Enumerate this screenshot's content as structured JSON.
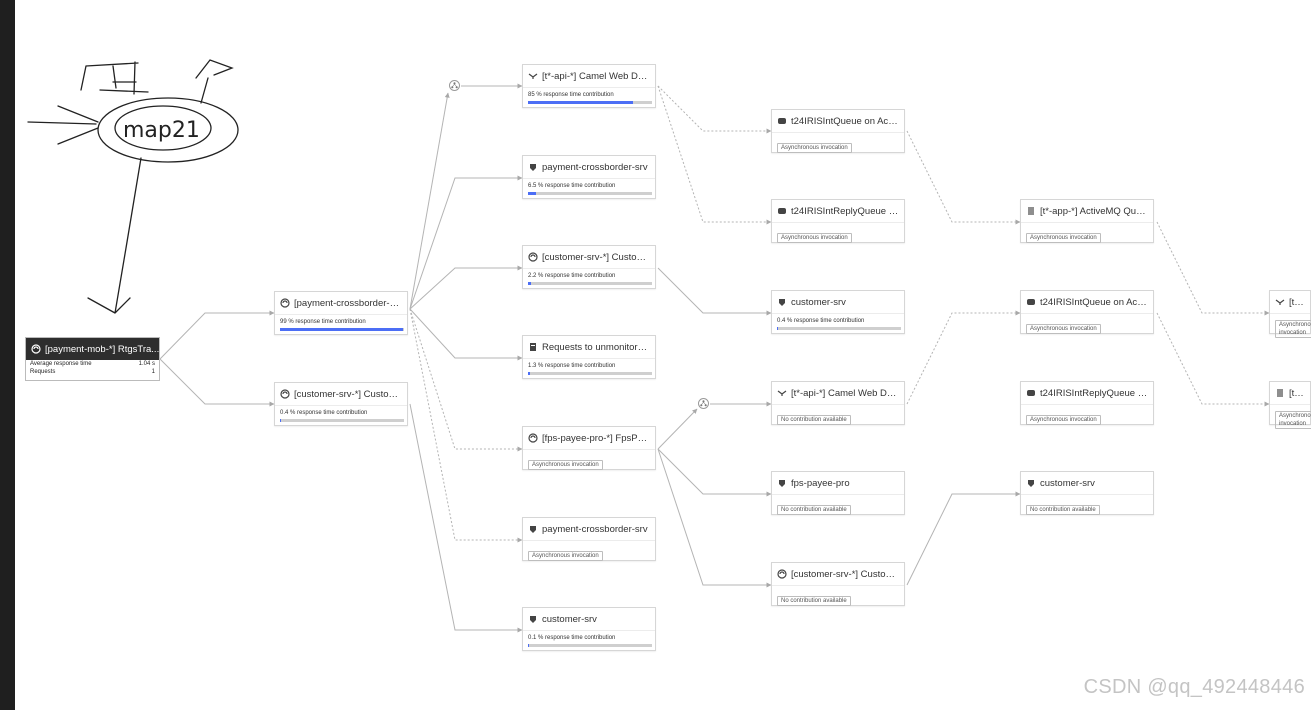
{
  "root": {
    "title": "[payment-mob-*] RtgsTra...",
    "metrics": [
      {
        "label": "Average response time",
        "value": "1.04 s"
      },
      {
        "label": "Requests",
        "value": "1"
      }
    ]
  },
  "nodes": {
    "pcb_srv": {
      "title": "[payment-crossborder-srv...",
      "sub": "99 % response time contribution",
      "fill_pct": 99
    },
    "cust_srv_l1": {
      "title": "[customer-srv-*] Custome...",
      "sub": "0.4 % response time contribution",
      "fill_pct": 0.4
    },
    "camel_web": {
      "title": "[t*-api-*] Camel Web De...",
      "sub": "85 % response time contribution",
      "fill_pct": 85
    },
    "pcb_db": {
      "title": "payment-crossborder-srv",
      "sub": "6.5 % response time contribution",
      "fill_pct": 6.5
    },
    "cust_srv_l2": {
      "title": "[customer-srv-*] Custome...",
      "sub": "2.2 % response time contribution",
      "fill_pct": 2.2
    },
    "unmonitored": {
      "title": "Requests to unmonitored ...",
      "sub": "1.3 % response time contribution",
      "fill_pct": 1.3
    },
    "fps_payee": {
      "title": "[fps-payee-pro-*] FpsPay...",
      "tag": "Asynchronous invocation"
    },
    "pcb_db_async": {
      "title": "payment-crossborder-srv",
      "tag": "Asynchronous invocation"
    },
    "cust_db_l2": {
      "title": "customer-srv",
      "sub": "0.1 % response time contribution",
      "fill_pct": 0.1
    },
    "t24_int_q": {
      "title": "t24IRISIntQueue on Acti...",
      "tag": "Asynchronous invocation"
    },
    "t24_reply_q": {
      "title": "t24IRISIntReplyQueue on ...",
      "tag": "Asynchronous invocation"
    },
    "cust_db_l3": {
      "title": "customer-srv",
      "sub": "0.4 % response time contribution",
      "fill_pct": 0.4
    },
    "camel_web_l3": {
      "title": "[t*-api-*] Camel Web De...",
      "tag": "No contribution available"
    },
    "fps_payee_db": {
      "title": "fps-payee-pro",
      "tag": "No contribution available"
    },
    "cust_srv_l3": {
      "title": "[customer-srv-*] Custome...",
      "tag": "No contribution available"
    },
    "activemq": {
      "title": "[t*-app-*] ActiveMQ Que...",
      "tag": "Asynchronous invocation"
    },
    "t24_int_q_l4": {
      "title": "t24IRISIntQueue on Acti...",
      "tag": "Asynchronous invocation"
    },
    "t24_reply_q_l4": {
      "title": "t24IRISIntReplyQueue on ...",
      "tag": "Asynchronous invocation"
    },
    "cust_db_l4": {
      "title": "customer-srv",
      "tag": "No contribution available"
    },
    "edge_top": {
      "title": "[t*-ap",
      "tag": "Asynchronous invocation"
    },
    "edge_bottom": {
      "title": "[t*-ap",
      "tag": "Asynchronous invocation"
    }
  },
  "annotation_text": "map21",
  "watermark": "CSDN @qq_492448446"
}
